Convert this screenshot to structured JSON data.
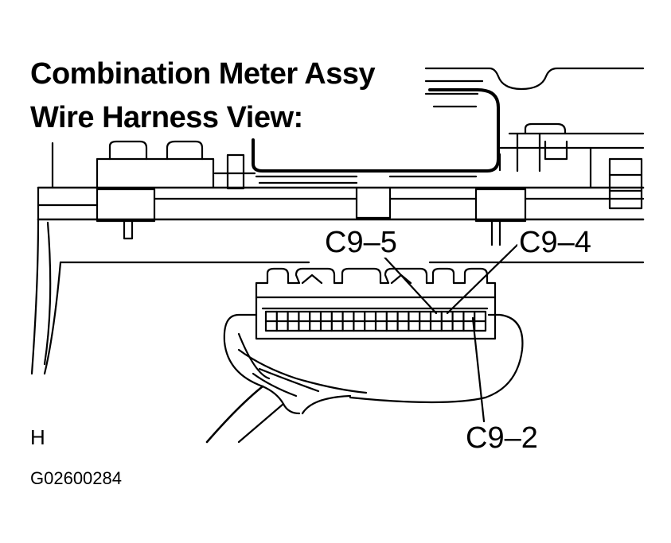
{
  "title": {
    "line1": "Combination Meter Assy",
    "line2": "Wire Harness View:"
  },
  "pins": {
    "c9_5": "C9–5",
    "c9_4": "C9–4",
    "c9_2": "C9–2"
  },
  "view_code": "H",
  "figure_id": "G02600284"
}
